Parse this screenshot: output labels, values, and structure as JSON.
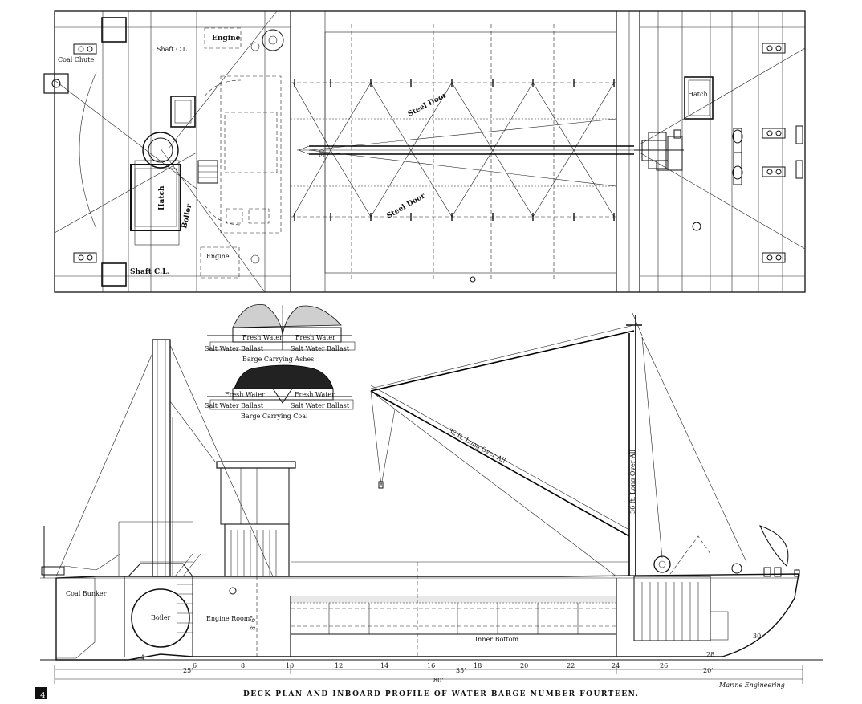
{
  "caption": "DECK PLAN AND INBOARD PROFILE OF WATER BARGE NUMBER FOURTEEN.",
  "credit": "Marine Engineering",
  "corner_mark": "4",
  "deck_plan": {
    "coal_chute": "Coal Chute",
    "shaft_cl_top": "Shaft C.L.",
    "engine_top": "Engine",
    "hatch_left": "Hatch",
    "boiler": "Boiler",
    "shaft_cl_bottom": "Shaft C.L.",
    "engine_bottom": "Engine",
    "steel_door_upper": "Steel Door",
    "steel_door_lower": "Steel Door",
    "beam_dim": "30",
    "hatch_right": "Hatch"
  },
  "sections": {
    "ashes": {
      "fresh_left": "Fresh Water",
      "fresh_right": "Fresh Water",
      "salt_left": "Salt Water Ballast",
      "salt_right": "Salt Water Ballast",
      "title": "Barge Carrying Ashes"
    },
    "coal": {
      "fresh_left": "Fresh Water",
      "fresh_right": "Fresh Water",
      "salt_left": "Salt Water Ballast",
      "salt_right": "Salt Water Ballast",
      "title": "Barge Carrying Coal"
    }
  },
  "profile": {
    "coal_bunker": "Coal Bunker",
    "boiler": "Boiler",
    "engine_room": "Engine Room",
    "inner_bottom": "Inner Bottom",
    "boom_label": "32 ft. Long Over All",
    "mast_label": "36 ft. Long Over All",
    "depth_dim": "8' 6\"",
    "frame_numbers": [
      "4",
      "6",
      "8",
      "10",
      "12",
      "14",
      "16",
      "18",
      "20",
      "22",
      "24",
      "26",
      "28",
      "30"
    ],
    "dimensions": {
      "aft": "25'",
      "mid": "35'",
      "fwd": "20'",
      "overall": "80'"
    }
  }
}
